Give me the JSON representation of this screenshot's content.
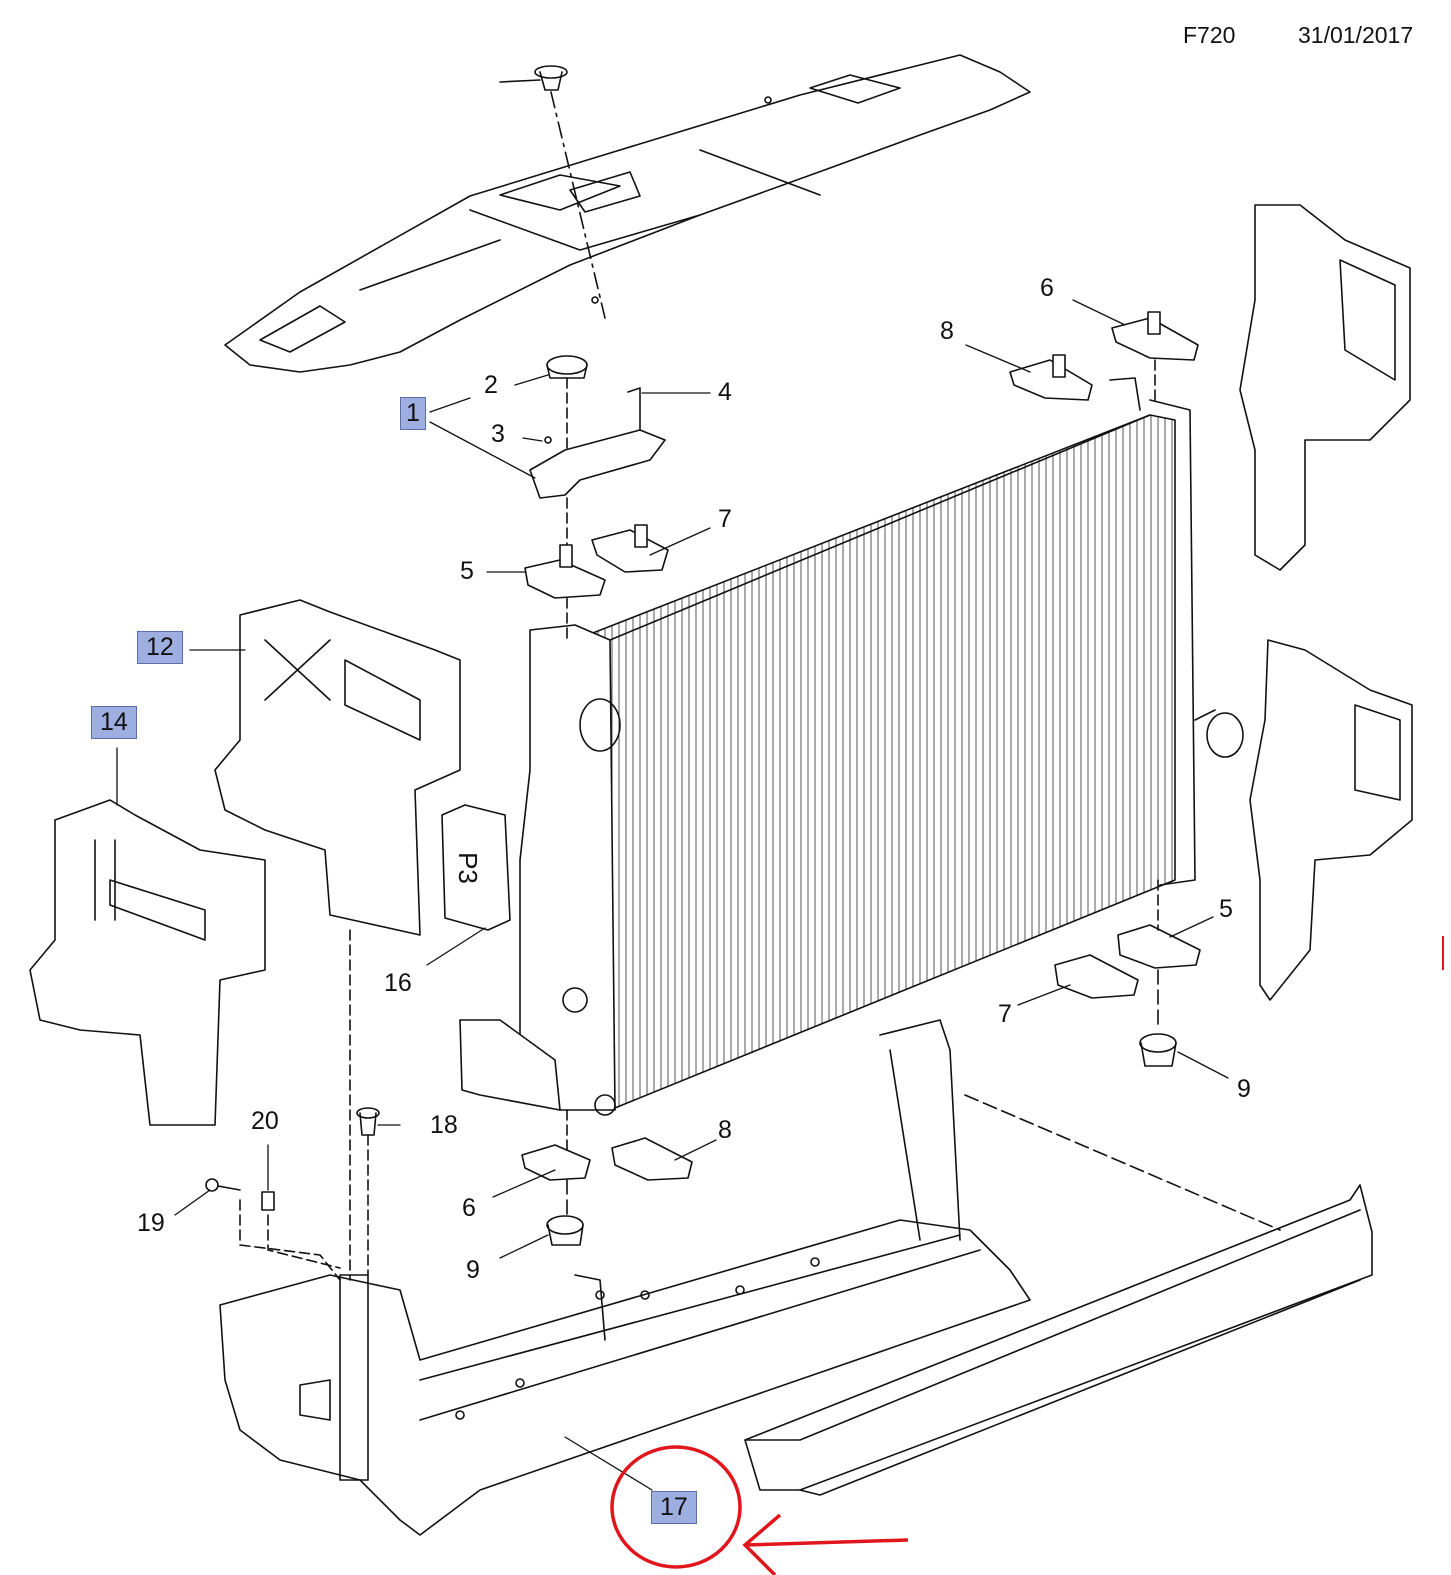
{
  "header": {
    "code": "F720",
    "date": "31/01/2017"
  },
  "callouts": {
    "c1": "1",
    "c2": "2",
    "c3": "3",
    "c4": "4",
    "c5a": "5",
    "c5b": "5",
    "c6a": "6",
    "c6b": "6",
    "c7a": "7",
    "c7b": "7",
    "c8a": "8",
    "c8b": "8",
    "c9a": "9",
    "c9b": "9",
    "c12": "12",
    "c14": "14",
    "c16": "16",
    "c17": "17",
    "c18": "18",
    "c19": "19",
    "c20": "20"
  },
  "part_marking": "P3",
  "colors": {
    "line": "#111111",
    "highlight_fill": "#9eaee0",
    "highlight_border": "#5d6fa8",
    "annotation": "#e0161c"
  },
  "highlighted_callouts": [
    "1",
    "12",
    "14",
    "17"
  ]
}
